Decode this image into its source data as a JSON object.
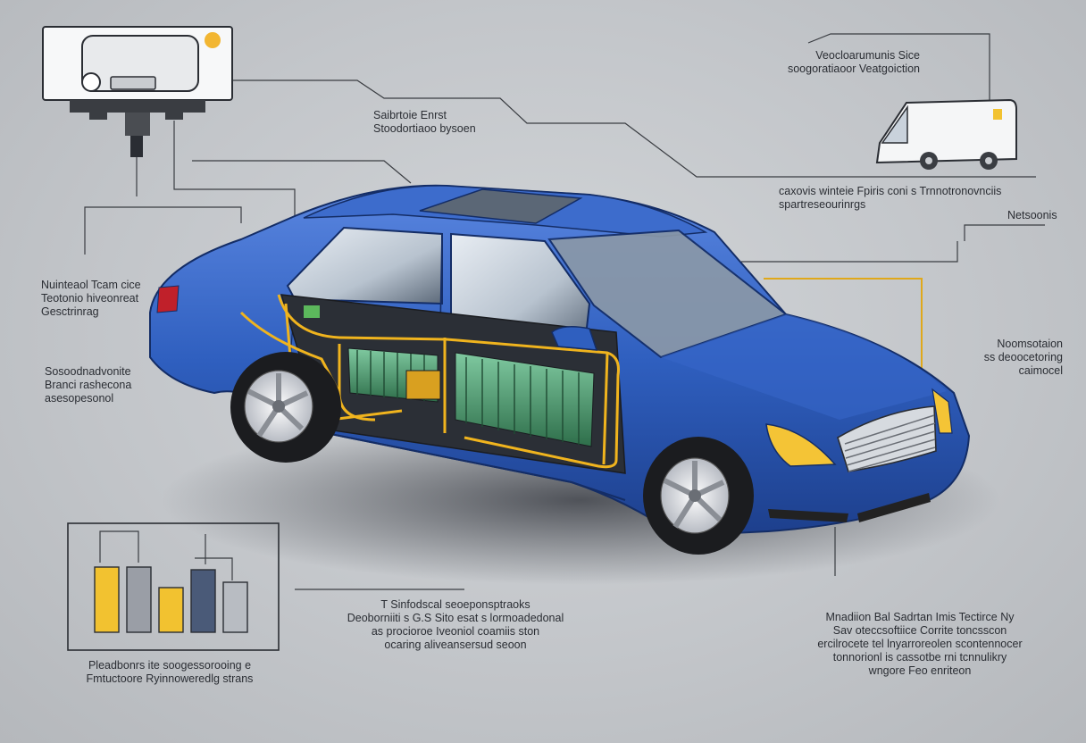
{
  "labels": {
    "top_right": [
      "Veocloarumunis Sice",
      "soogoratiaoor Veatgoiction"
    ],
    "top_center": [
      "Saibrtoie Enrst",
      "Stoodortiaoo bysoen"
    ],
    "mid_right": [
      "caxovis winteie Fpiris coni s Trnnotronovnciis",
      "spartreseourinrgs"
    ],
    "mid_right_extra": "Netsoonis",
    "left_upper": [
      "Nuinteaol Tcam cice",
      "Teotonio hiveonreat",
      "Gesctrinrag"
    ],
    "left_lower": [
      "Sosoodnadvonite",
      "Branci rashecona",
      "asesopesonol"
    ],
    "right_mid": [
      "Noomsotaion",
      "ss deoocetoring",
      "caimocel"
    ],
    "center_bottom": [
      "T Sinfodscal seoeponsptraoks",
      "Deoborniiti s G.S Sito esat s lormoadedonal",
      "as procioroe Iveoniol coamiis ston",
      "ocaring aliveansersud seoon"
    ],
    "left_bottom": [
      "Pleadbonrs ite soogessorooing e",
      "Fmtuctoore Ryinnoweredlg strans"
    ],
    "right_bottom": [
      "Mnadiion Bal Sadrtan Imis Tectirce Ny",
      "Sav oteccsoftiice Corrite toncsscon",
      "ercilrocete tel lnyarroreolen scontennocer",
      "tonnorionl is cassotbe rni tcnnulikry",
      "wngore Feo enriteon"
    ]
  },
  "icons": [
    "charging-station-icon",
    "delivery-van-icon",
    "bar-chart-icon",
    "sedan-car-icon",
    "battery-pack-icon"
  ],
  "colors": {
    "background": "#c6c9cd",
    "car_body": "#2f5fbf",
    "battery_cell": "#3d8f5f",
    "wiring": "#f0b41e",
    "leader_line": "#3a3d42"
  },
  "chart_data": {
    "type": "bar",
    "title": "",
    "xlabel": "",
    "ylabel": "",
    "categories": [],
    "series": [
      {
        "values": [
          0.73,
          0.73,
          0.5,
          0.7,
          0.56
        ]
      }
    ],
    "bar_colors": [
      "#f2c230",
      "#9a9ea6",
      "#f2c230",
      "#4a5a78",
      "#b8bcc2"
    ],
    "ylim": [
      0,
      1
    ]
  }
}
